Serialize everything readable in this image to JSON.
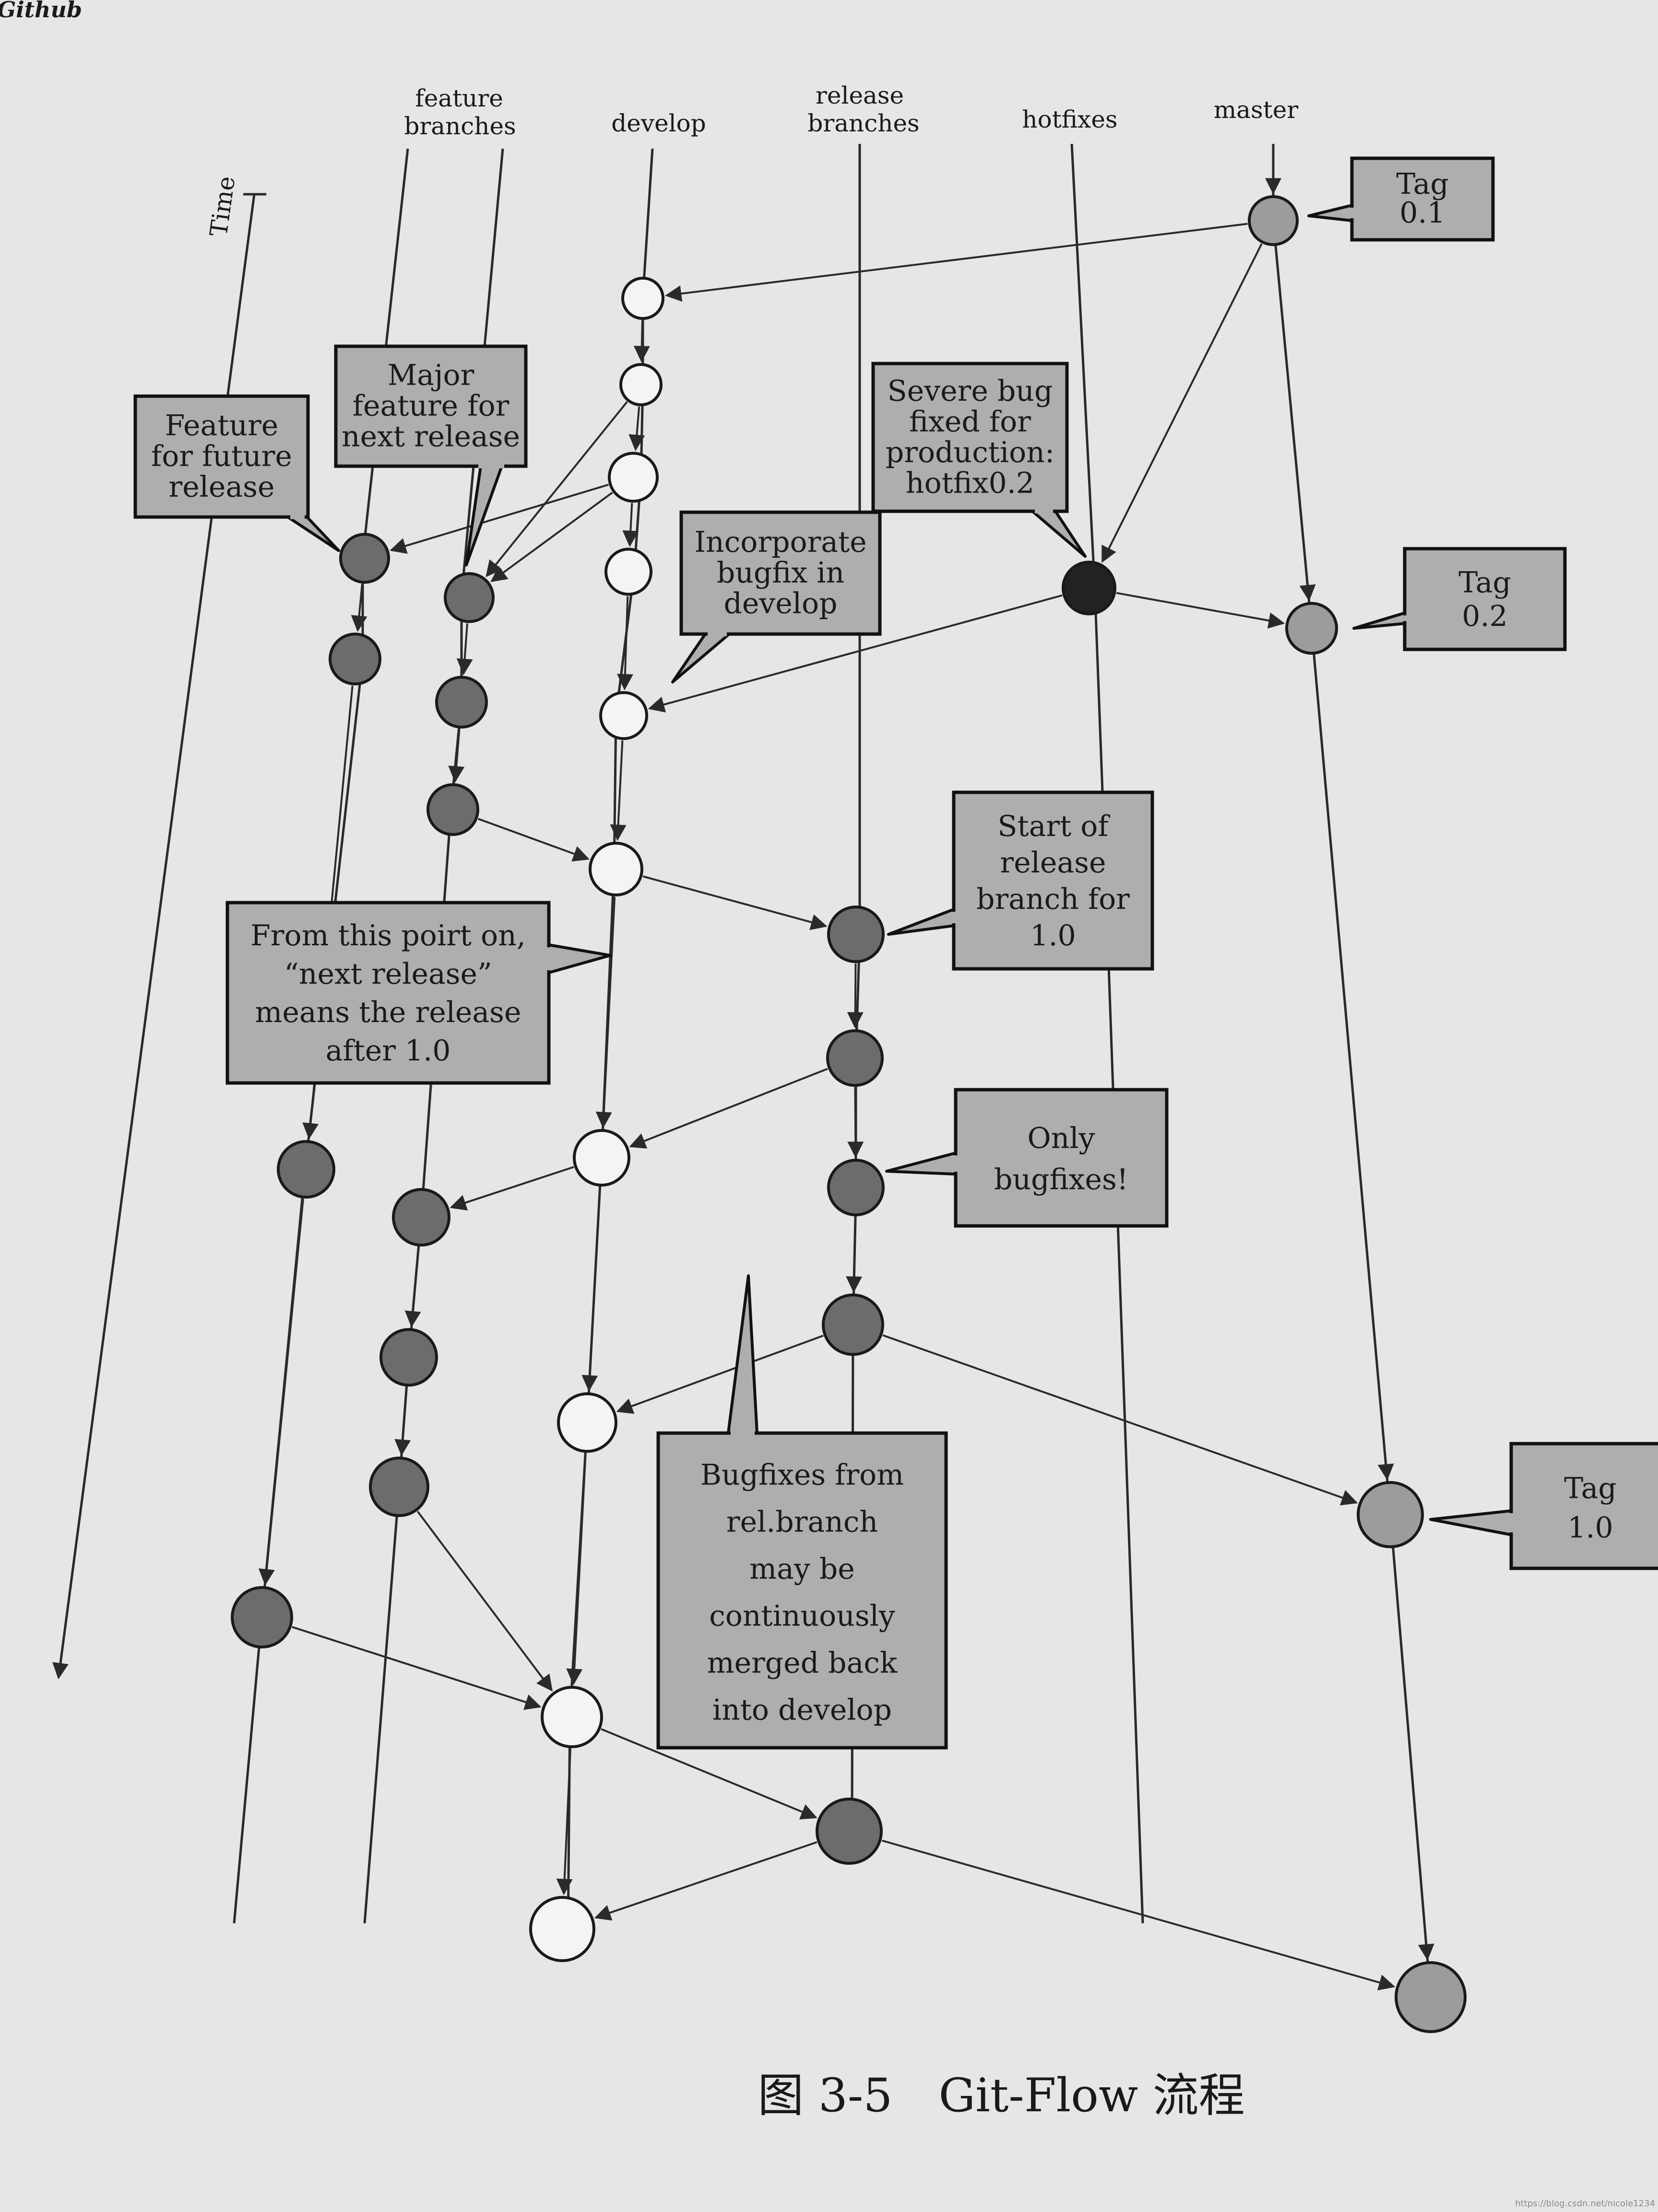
{
  "corner_text": "Github",
  "columns": [
    {
      "id": "feature",
      "lines": [
        "feature",
        "branches"
      ]
    },
    {
      "id": "develop",
      "lines": [
        "develop"
      ]
    },
    {
      "id": "release",
      "lines": [
        "release",
        "branches"
      ]
    },
    {
      "id": "hotfixes",
      "lines": [
        "hotfixes"
      ]
    },
    {
      "id": "master",
      "lines": [
        "master"
      ]
    }
  ],
  "time_label": "Time",
  "callouts": [
    {
      "id": "tag01",
      "lines": [
        "Tag",
        "0.1"
      ]
    },
    {
      "id": "major",
      "lines": [
        "Major",
        "feature for",
        "next release"
      ]
    },
    {
      "id": "future",
      "lines": [
        "Feature",
        "for future",
        "release"
      ]
    },
    {
      "id": "severe",
      "lines": [
        "Severe bug",
        "fixed for",
        "production:",
        "hotfix0.2"
      ]
    },
    {
      "id": "incorp",
      "lines": [
        "Incorporate",
        "bugfix in",
        "develop"
      ]
    },
    {
      "id": "tag02",
      "lines": [
        "Tag",
        "0.2"
      ]
    },
    {
      "id": "startrel",
      "lines": [
        "Start of",
        "release",
        "branch for",
        "1.0"
      ]
    },
    {
      "id": "nextrel",
      "lines": [
        "From this poirt on,",
        "“next release”",
        "means the release",
        "after 1.0"
      ]
    },
    {
      "id": "onlybug",
      "lines": [
        "Only",
        "bugfixes!"
      ]
    },
    {
      "id": "tag10",
      "lines": [
        "Tag",
        "1.0"
      ]
    },
    {
      "id": "bugrel",
      "lines": [
        "Bugfixes from",
        "rel.branch",
        "may be",
        "continuously",
        "merged back",
        "into develop"
      ]
    }
  ],
  "caption": "图 3-5　Git-Flow 流程",
  "watermark": "https://blog.csdn.net/nicole1234",
  "colors": {
    "develop_node": "#f4f4f2",
    "feature_node": "#6c6c6c",
    "release_node": "#6c6c6c",
    "hotfix_node": "#222222",
    "master_node": "#9c9c9c",
    "callout_fill": "#aeaeac",
    "line": "#2a2a2a"
  }
}
